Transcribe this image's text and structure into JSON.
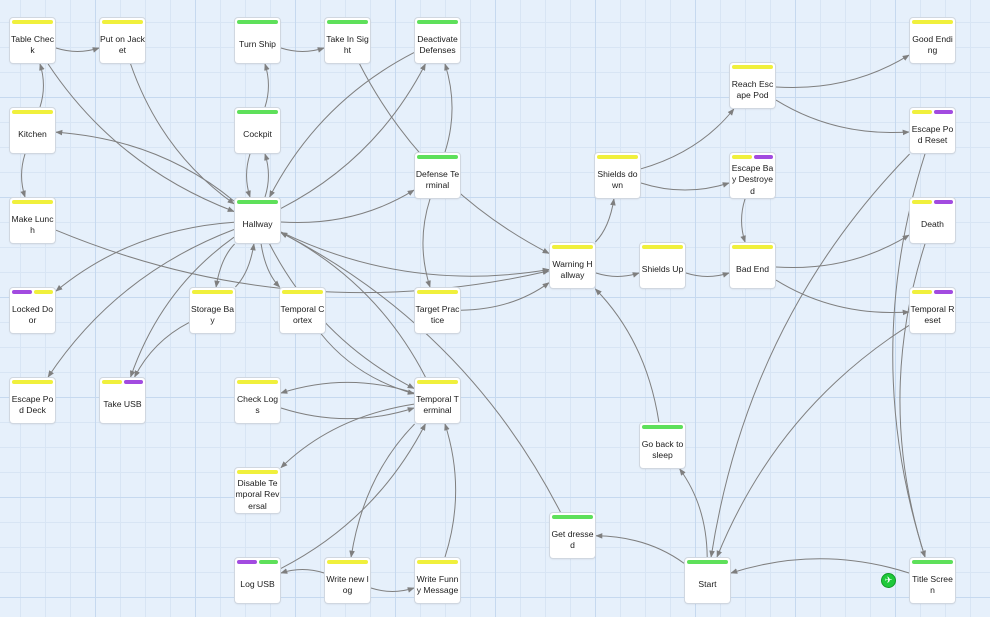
{
  "colors": {
    "yellow": "#f0f03c",
    "green": "#5ee05a",
    "purple": "#a24be0",
    "edge": "#7f7f7f"
  },
  "start_marker": {
    "icon": "rocket-icon",
    "glyph": "✈"
  },
  "nodes": [
    {
      "id": "table-check",
      "label": "Table Check",
      "tags": [
        "yellow"
      ]
    },
    {
      "id": "put-on-jacket",
      "label": "Put on Jacket",
      "tags": [
        "yellow"
      ]
    },
    {
      "id": "turn-ship",
      "label": "Turn Ship",
      "tags": [
        "green"
      ]
    },
    {
      "id": "take-in-sight",
      "label": "Take In Sight",
      "tags": [
        "green"
      ]
    },
    {
      "id": "deactivate-defenses",
      "label": "Deactivate Defenses",
      "tags": [
        "green"
      ]
    },
    {
      "id": "good-ending",
      "label": "Good Ending",
      "tags": [
        "yellow"
      ]
    },
    {
      "id": "kitchen",
      "label": "Kitchen",
      "tags": [
        "yellow"
      ]
    },
    {
      "id": "cockpit",
      "label": "Cockpit",
      "tags": [
        "green"
      ]
    },
    {
      "id": "reach-escape-pod",
      "label": "Reach Escape Pod",
      "tags": [
        "yellow"
      ]
    },
    {
      "id": "escape-pod-reset",
      "label": "Escape Pod Reset",
      "tags": [
        "yellow",
        "purple"
      ]
    },
    {
      "id": "defense-terminal",
      "label": "Defense Terminal",
      "tags": [
        "green"
      ]
    },
    {
      "id": "shields-down",
      "label": "Shields down",
      "tags": [
        "yellow"
      ]
    },
    {
      "id": "escape-bay-destroyed",
      "label": "Escape Bay Destroyed",
      "tags": [
        "yellow",
        "purple"
      ]
    },
    {
      "id": "make-lunch",
      "label": "Make Lunch",
      "tags": [
        "yellow"
      ]
    },
    {
      "id": "hallway",
      "label": "Hallway",
      "tags": [
        "green"
      ]
    },
    {
      "id": "death",
      "label": "Death",
      "tags": [
        "yellow",
        "purple"
      ]
    },
    {
      "id": "warning-hallway",
      "label": "Warning Hallway",
      "tags": [
        "yellow"
      ]
    },
    {
      "id": "shields-up",
      "label": "Shields Up",
      "tags": [
        "yellow"
      ]
    },
    {
      "id": "bad-end",
      "label": "Bad End",
      "tags": [
        "yellow"
      ]
    },
    {
      "id": "locked-door",
      "label": "Locked Door",
      "tags": [
        "purple",
        "yellow"
      ]
    },
    {
      "id": "storage-bay",
      "label": "Storage Bay",
      "tags": [
        "yellow"
      ]
    },
    {
      "id": "temporal-cortex",
      "label": "Temporal Cortex",
      "tags": [
        "yellow"
      ]
    },
    {
      "id": "target-practice",
      "label": "Target Practice",
      "tags": [
        "yellow"
      ]
    },
    {
      "id": "temporal-reset",
      "label": "Temporal Reset",
      "tags": [
        "yellow",
        "purple"
      ]
    },
    {
      "id": "escape-pod-deck",
      "label": "Escape Pod Deck",
      "tags": [
        "yellow"
      ]
    },
    {
      "id": "take-usb",
      "label": "Take USB",
      "tags": [
        "yellow",
        "purple"
      ]
    },
    {
      "id": "check-logs",
      "label": "Check Logs",
      "tags": [
        "yellow"
      ]
    },
    {
      "id": "temporal-terminal",
      "label": "Temporal Terminal",
      "tags": [
        "yellow"
      ]
    },
    {
      "id": "go-back-to-sleep",
      "label": "Go back to sleep",
      "tags": [
        "green"
      ]
    },
    {
      "id": "disable-temporal-reversal",
      "label": "Disable Temporal Reversal",
      "tags": [
        "yellow"
      ]
    },
    {
      "id": "get-dressed",
      "label": "Get dressed",
      "tags": [
        "green"
      ]
    },
    {
      "id": "log-usb",
      "label": "Log USB",
      "tags": [
        "purple",
        "green"
      ]
    },
    {
      "id": "write-new-log",
      "label": "Write new log",
      "tags": [
        "yellow"
      ]
    },
    {
      "id": "write-funny-message",
      "label": "Write Funny Message",
      "tags": [
        "yellow"
      ]
    },
    {
      "id": "start",
      "label": "Start",
      "tags": [
        "green"
      ]
    },
    {
      "id": "title-screen",
      "label": "Title Screen",
      "tags": [
        "green"
      ]
    }
  ],
  "edges": [
    [
      "table-check",
      "put-on-jacket"
    ],
    [
      "table-check",
      "hallway"
    ],
    [
      "put-on-jacket",
      "hallway"
    ],
    [
      "kitchen",
      "table-check"
    ],
    [
      "kitchen",
      "make-lunch"
    ],
    [
      "hallway",
      "kitchen"
    ],
    [
      "make-lunch",
      "warning-hallway"
    ],
    [
      "turn-ship",
      "take-in-sight"
    ],
    [
      "take-in-sight",
      "warning-hallway"
    ],
    [
      "cockpit",
      "turn-ship"
    ],
    [
      "hallway",
      "cockpit"
    ],
    [
      "cockpit",
      "hallway"
    ],
    [
      "deactivate-defenses",
      "hallway"
    ],
    [
      "hallway",
      "deactivate-defenses"
    ],
    [
      "defense-terminal",
      "deactivate-defenses"
    ],
    [
      "hallway",
      "defense-terminal"
    ],
    [
      "defense-terminal",
      "target-practice"
    ],
    [
      "target-practice",
      "warning-hallway"
    ],
    [
      "hallway",
      "locked-door"
    ],
    [
      "hallway",
      "escape-pod-deck"
    ],
    [
      "hallway",
      "storage-bay"
    ],
    [
      "storage-bay",
      "hallway"
    ],
    [
      "hallway",
      "temporal-cortex"
    ],
    [
      "temporal-cortex",
      "temporal-terminal"
    ],
    [
      "hallway",
      "take-usb"
    ],
    [
      "storage-bay",
      "take-usb"
    ],
    [
      "hallway",
      "temporal-terminal"
    ],
    [
      "temporal-terminal",
      "hallway"
    ],
    [
      "hallway",
      "warning-hallway"
    ],
    [
      "get-dressed",
      "hallway"
    ],
    [
      "temporal-terminal",
      "check-logs"
    ],
    [
      "check-logs",
      "temporal-terminal"
    ],
    [
      "temporal-terminal",
      "disable-temporal-reversal"
    ],
    [
      "temporal-terminal",
      "write-new-log"
    ],
    [
      "log-usb",
      "temporal-terminal"
    ],
    [
      "write-new-log",
      "log-usb"
    ],
    [
      "write-new-log",
      "write-funny-message"
    ],
    [
      "write-funny-message",
      "temporal-terminal"
    ],
    [
      "warning-hallway",
      "shields-down"
    ],
    [
      "warning-hallway",
      "shields-up"
    ],
    [
      "shields-down",
      "reach-escape-pod"
    ],
    [
      "shields-down",
      "escape-bay-destroyed"
    ],
    [
      "escape-bay-destroyed",
      "bad-end"
    ],
    [
      "shields-up",
      "bad-end"
    ],
    [
      "reach-escape-pod",
      "good-ending"
    ],
    [
      "reach-escape-pod",
      "escape-pod-reset"
    ],
    [
      "bad-end",
      "death"
    ],
    [
      "bad-end",
      "temporal-reset"
    ],
    [
      "death",
      "title-screen"
    ],
    [
      "escape-pod-reset",
      "start"
    ],
    [
      "temporal-reset",
      "start"
    ],
    [
      "escape-pod-reset",
      "title-screen"
    ],
    [
      "title-screen",
      "start"
    ],
    [
      "start",
      "get-dressed"
    ],
    [
      "start",
      "go-back-to-sleep"
    ],
    [
      "go-back-to-sleep",
      "warning-hallway"
    ]
  ]
}
